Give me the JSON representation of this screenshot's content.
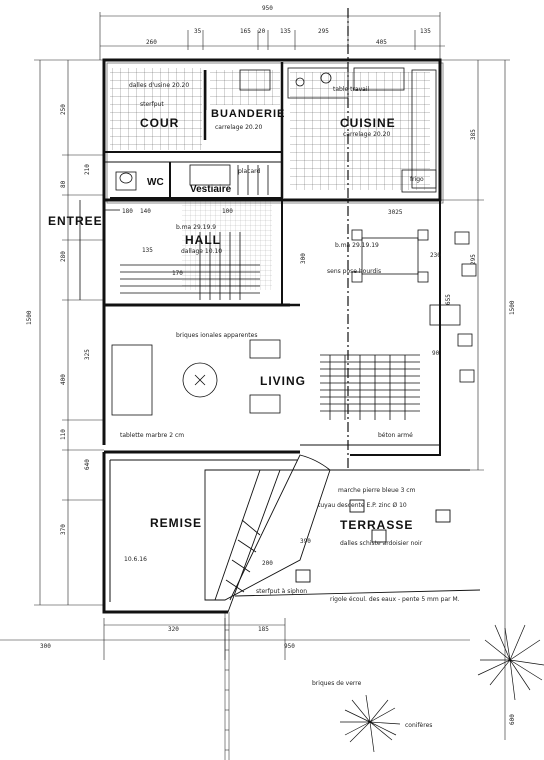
{
  "rooms": {
    "cour": "COUR",
    "buanderie": "BUANDERIE",
    "cuisine": "CUISINE",
    "wc": "WC",
    "vestiaire": "Vestiaire",
    "entree": "ENTREE",
    "hall": "HALL",
    "living": "LIVING",
    "remise": "REMISE",
    "terrasse": "TERRASSE"
  },
  "notes": {
    "cour_floor": "dalles d'usine 20.20",
    "cour_sterfput": "sterfput",
    "buanderie_floor": "carrelage 20.20",
    "cuisine_floor": "carrelage 20.20",
    "cuisine_table": "table travail",
    "frigo": "frigo",
    "placard": "placard",
    "hall_floor": "dallage 10.10",
    "hall_beam": "b.ma 29.19.9",
    "living_beam": "b.ma 29.19.19",
    "sens_pose": "sens pose hourdis",
    "briques": "briques ionales apparentes",
    "tablette": "tablette marbre 2 cm",
    "beton_arme": "béton armé",
    "marche": "marche pierre bleue 3 cm",
    "tuyau": "tuyau descente E.P. zinc Ø 10",
    "dalles_schiste": "dalles schiste ardoisier noir",
    "sterfput_siphon": "sterfput à siphon",
    "rigole": "rigole écoul. des eaux - pente 5 mm par M.",
    "briques_verre": "briques de verre",
    "coniferes": "conifères",
    "remise_dim": "10.6.16"
  },
  "dims": {
    "top_total": "950",
    "top_a": "260",
    "top_b": "35",
    "top_c": "165",
    "top_d": "20",
    "top_e": "135",
    "top_f": "295",
    "top_g": "405",
    "top_h": "135",
    "bottom_total": "950",
    "bottom_left": "300",
    "bottom_a": "320",
    "bottom_b": "185",
    "left_total": "1500",
    "left_a": "250",
    "left_b": "80",
    "left_c": "210",
    "left_d": "280",
    "left_e": "325",
    "left_f": "400",
    "left_g": "110",
    "left_h": "640",
    "left_i": "370",
    "right_a": "385",
    "right_b": "295",
    "right_c": "1500",
    "right_d": "600",
    "mid_a": "300",
    "mid_b": "3025",
    "mid_c": "655",
    "mid_d": "390",
    "mid_e": "200",
    "mid_f": "90",
    "mid_g": "230",
    "hall_a": "180",
    "hall_b": "135",
    "hall_c": "100",
    "hall_d": "170",
    "hall_e": "140"
  }
}
